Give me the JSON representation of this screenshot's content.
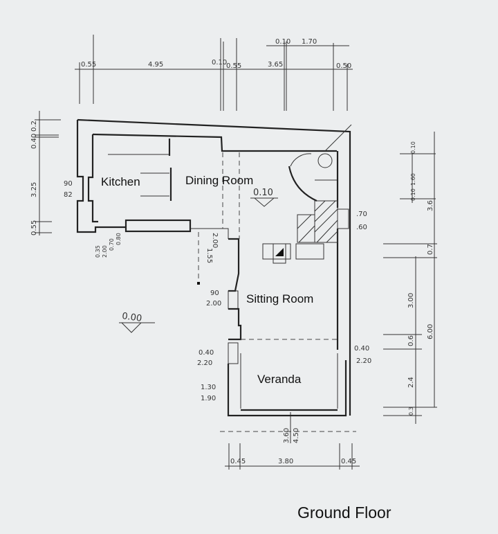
{
  "title": "Ground Floor",
  "rooms": {
    "kitchen": "Kitchen",
    "dining": "Dining Room",
    "sitting": "Sitting Room",
    "veranda": "Veranda"
  },
  "levels": {
    "dining": "0.10",
    "outside": "0.00"
  },
  "dims_top": [
    "0.55",
    "4.95",
    "0.10",
    "0.55",
    "3.65",
    "0.50"
  ],
  "dims_top2": [
    "0.10",
    "1.70"
  ],
  "dims_left": [
    "0.2",
    "0.40",
    "3.25",
    "0.55"
  ],
  "dims_kitchen_window": [
    "90",
    "82"
  ],
  "dims_kitchen_bottom": [
    "0.35",
    "2.00",
    "0.70",
    "0.80"
  ],
  "dims_passage": [
    "1.55",
    "2.00"
  ],
  "dims_sitting_window": [
    "90",
    "2.00"
  ],
  "dims_left_lower": [
    "0.40",
    "2.20",
    "1.30",
    "1.90"
  ],
  "dims_right_window": [
    ".70",
    ".60"
  ],
  "dims_right_lower": [
    "0.40",
    "2.20"
  ],
  "dims_right": [
    "0.10",
    "0.10",
    "1.60",
    "3.6",
    "0.7",
    "3.00",
    "0.6",
    "2.4",
    "0.3",
    "6.00"
  ],
  "dims_bottom_mid": [
    "3.60",
    "4.50"
  ],
  "dims_bottom": [
    "0.45",
    "3.80",
    "0.45"
  ]
}
